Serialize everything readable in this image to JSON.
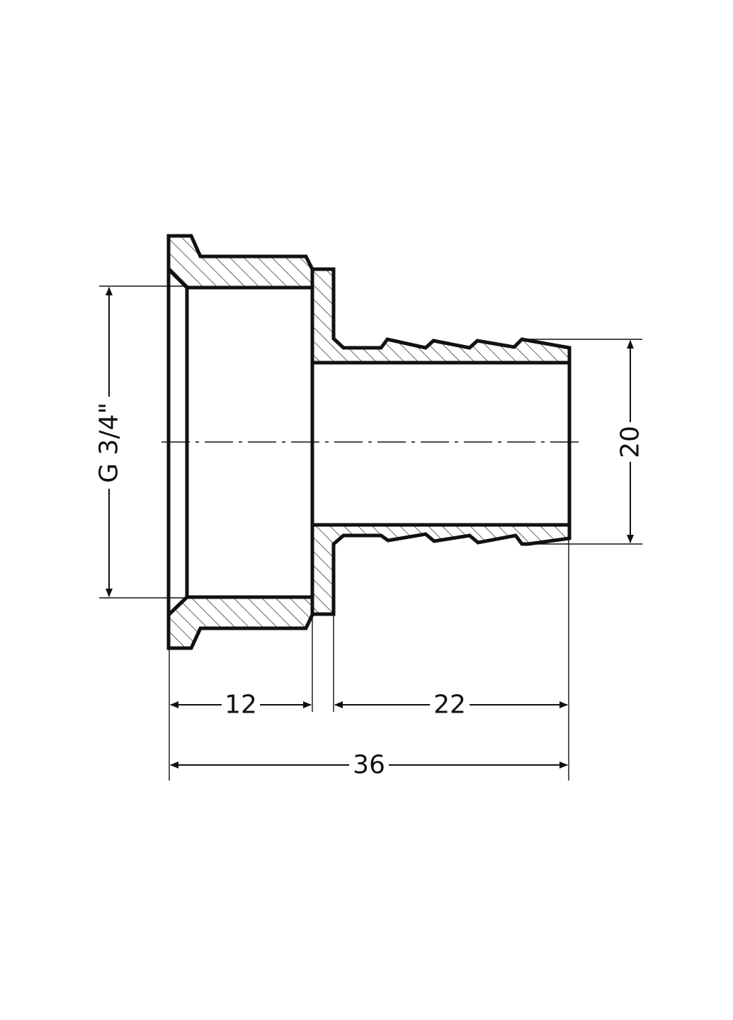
{
  "diagram": {
    "colors": {
      "line": "#111111",
      "background": "#ffffff"
    },
    "dimensions": {
      "thread": {
        "label": "G 3/4\""
      },
      "barb_diameter": {
        "label": "20"
      },
      "thread_length": {
        "label": "12"
      },
      "barb_length": {
        "label": "22"
      },
      "total_length": {
        "label": "36"
      }
    }
  }
}
